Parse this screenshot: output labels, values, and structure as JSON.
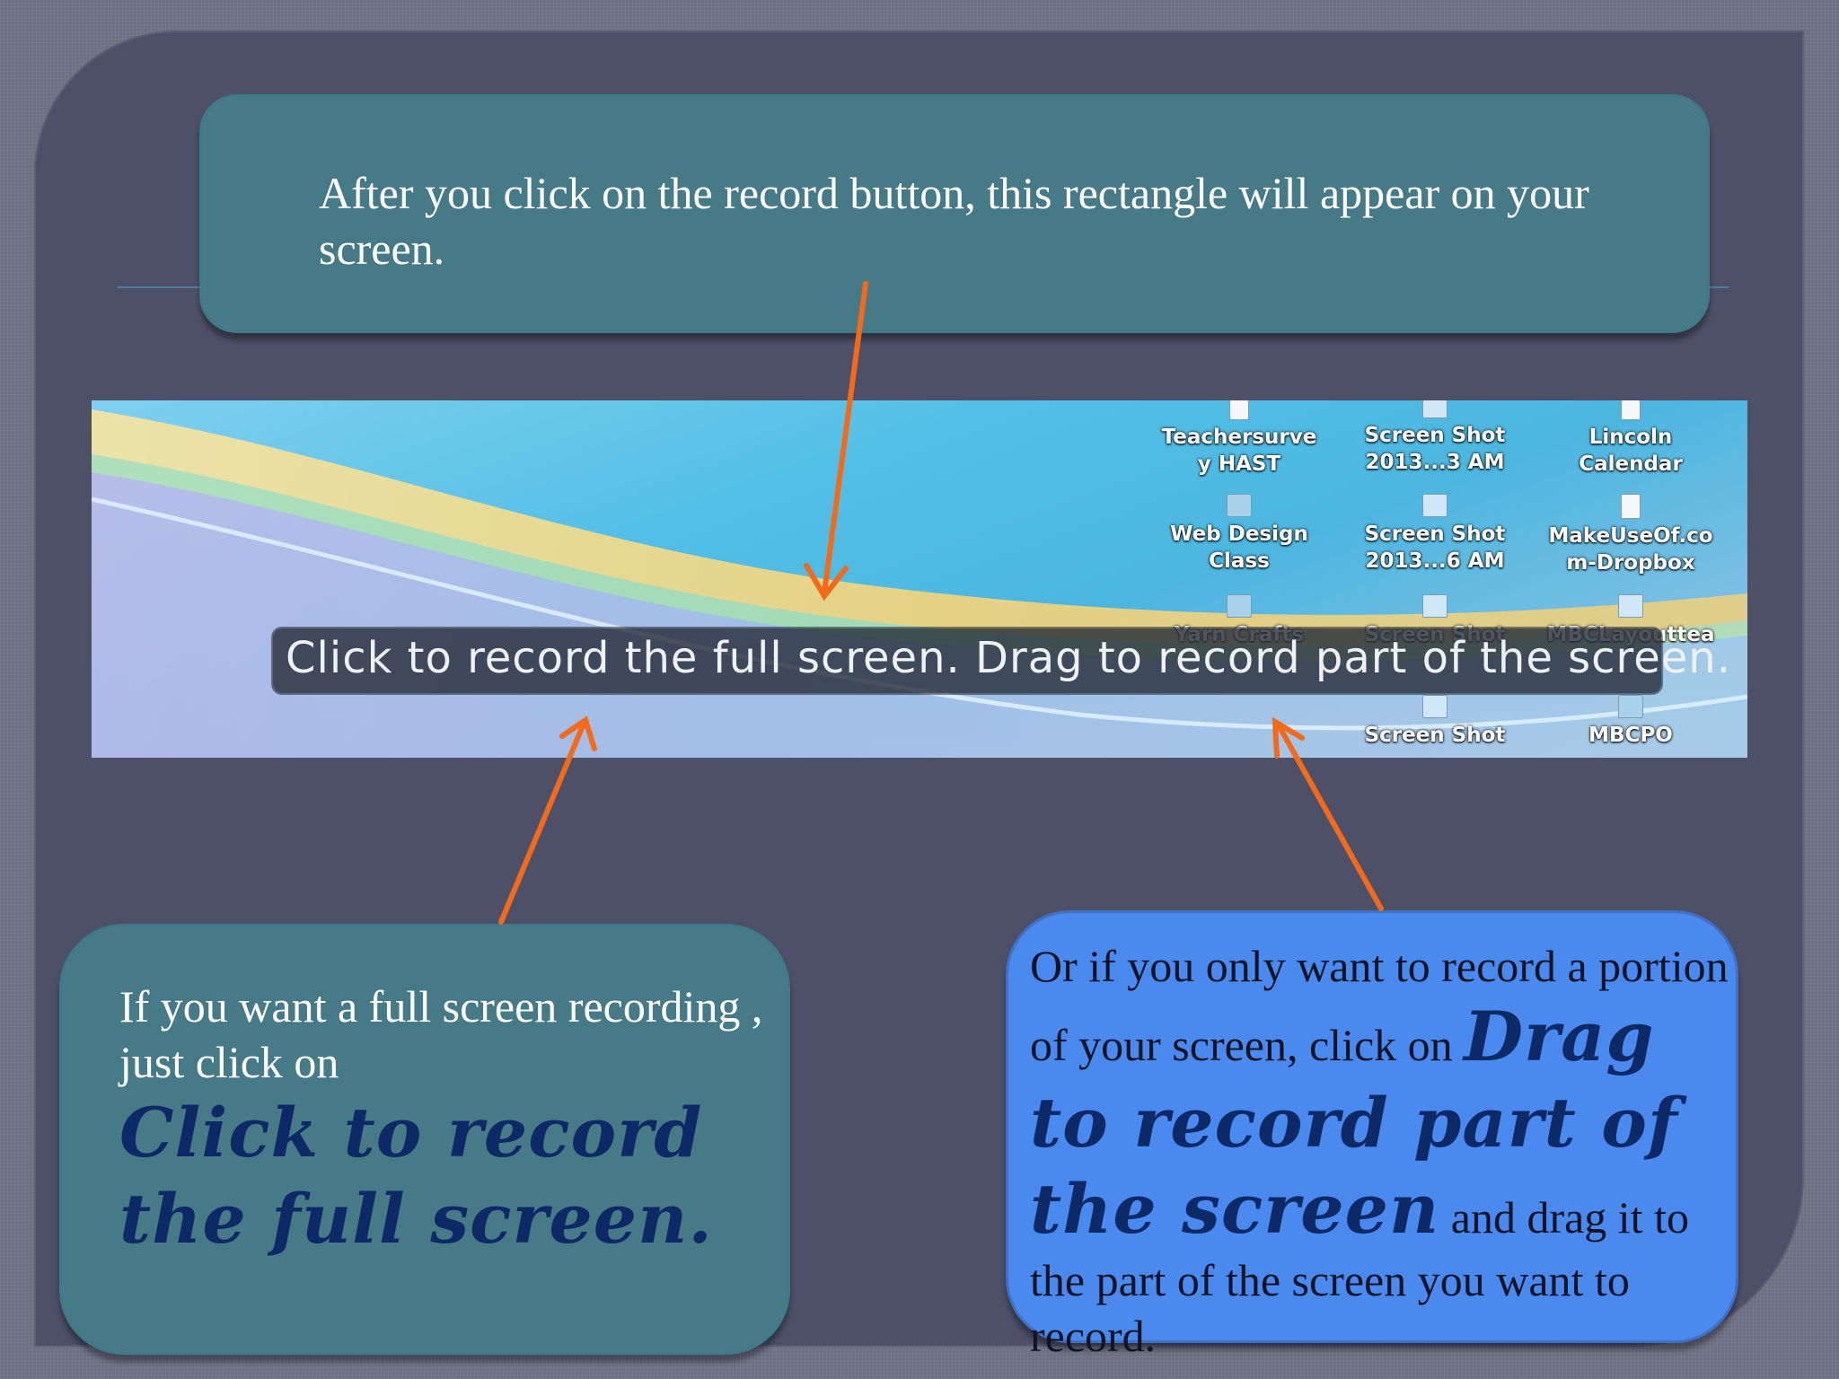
{
  "top_callout": {
    "text": "After you click on the record button, this rectangle will appear on your screen."
  },
  "screenshot": {
    "hud_text": "Click to record the full screen. Drag to record part of the screen.",
    "desktop_icons": [
      {
        "label_1": "Teachersurve",
        "label_2": "y HAST",
        "icon": "document-icon"
      },
      {
        "label_1": "Screen Shot",
        "label_2": "2013...3 AM",
        "icon": "image-icon"
      },
      {
        "label_1": "Lincoln",
        "label_2": "Calendar",
        "icon": "document-icon"
      },
      {
        "label_1": "Web Design",
        "label_2": "Class",
        "icon": "folder-icon"
      },
      {
        "label_1": "Screen Shot",
        "label_2": "2013...6 AM",
        "icon": "image-icon"
      },
      {
        "label_1": "MakeUseOf.co",
        "label_2": "m-Dropbox",
        "icon": "document-icon"
      },
      {
        "label_1": "Yarn Crafts",
        "label_2": "",
        "icon": "folder-icon"
      },
      {
        "label_1": "Screen Shot",
        "label_2": "",
        "icon": "image-icon"
      },
      {
        "label_1": "MBCLayouttea",
        "label_2": "",
        "icon": "image-icon"
      },
      {
        "label_1": "Screen Shot",
        "label_2": "",
        "icon": "image-icon"
      },
      {
        "label_1": "MBCPO",
        "label_2": "",
        "icon": "folder-icon"
      }
    ]
  },
  "left_callout": {
    "text": "If you want a full screen recording , just click on",
    "emphasis": "Click to record the full screen."
  },
  "right_callout": {
    "text_before": "Or if you only want to record a portion of your screen, click on",
    "emphasis": "Drag to record part of the screen",
    "text_after": "and drag it to the part of the screen you want to record."
  },
  "colors": {
    "arrow": "#f26a1b",
    "teal_box": "#467a86",
    "blue_box": "#4a89ee",
    "emphasis_text": "#0e2a66"
  }
}
